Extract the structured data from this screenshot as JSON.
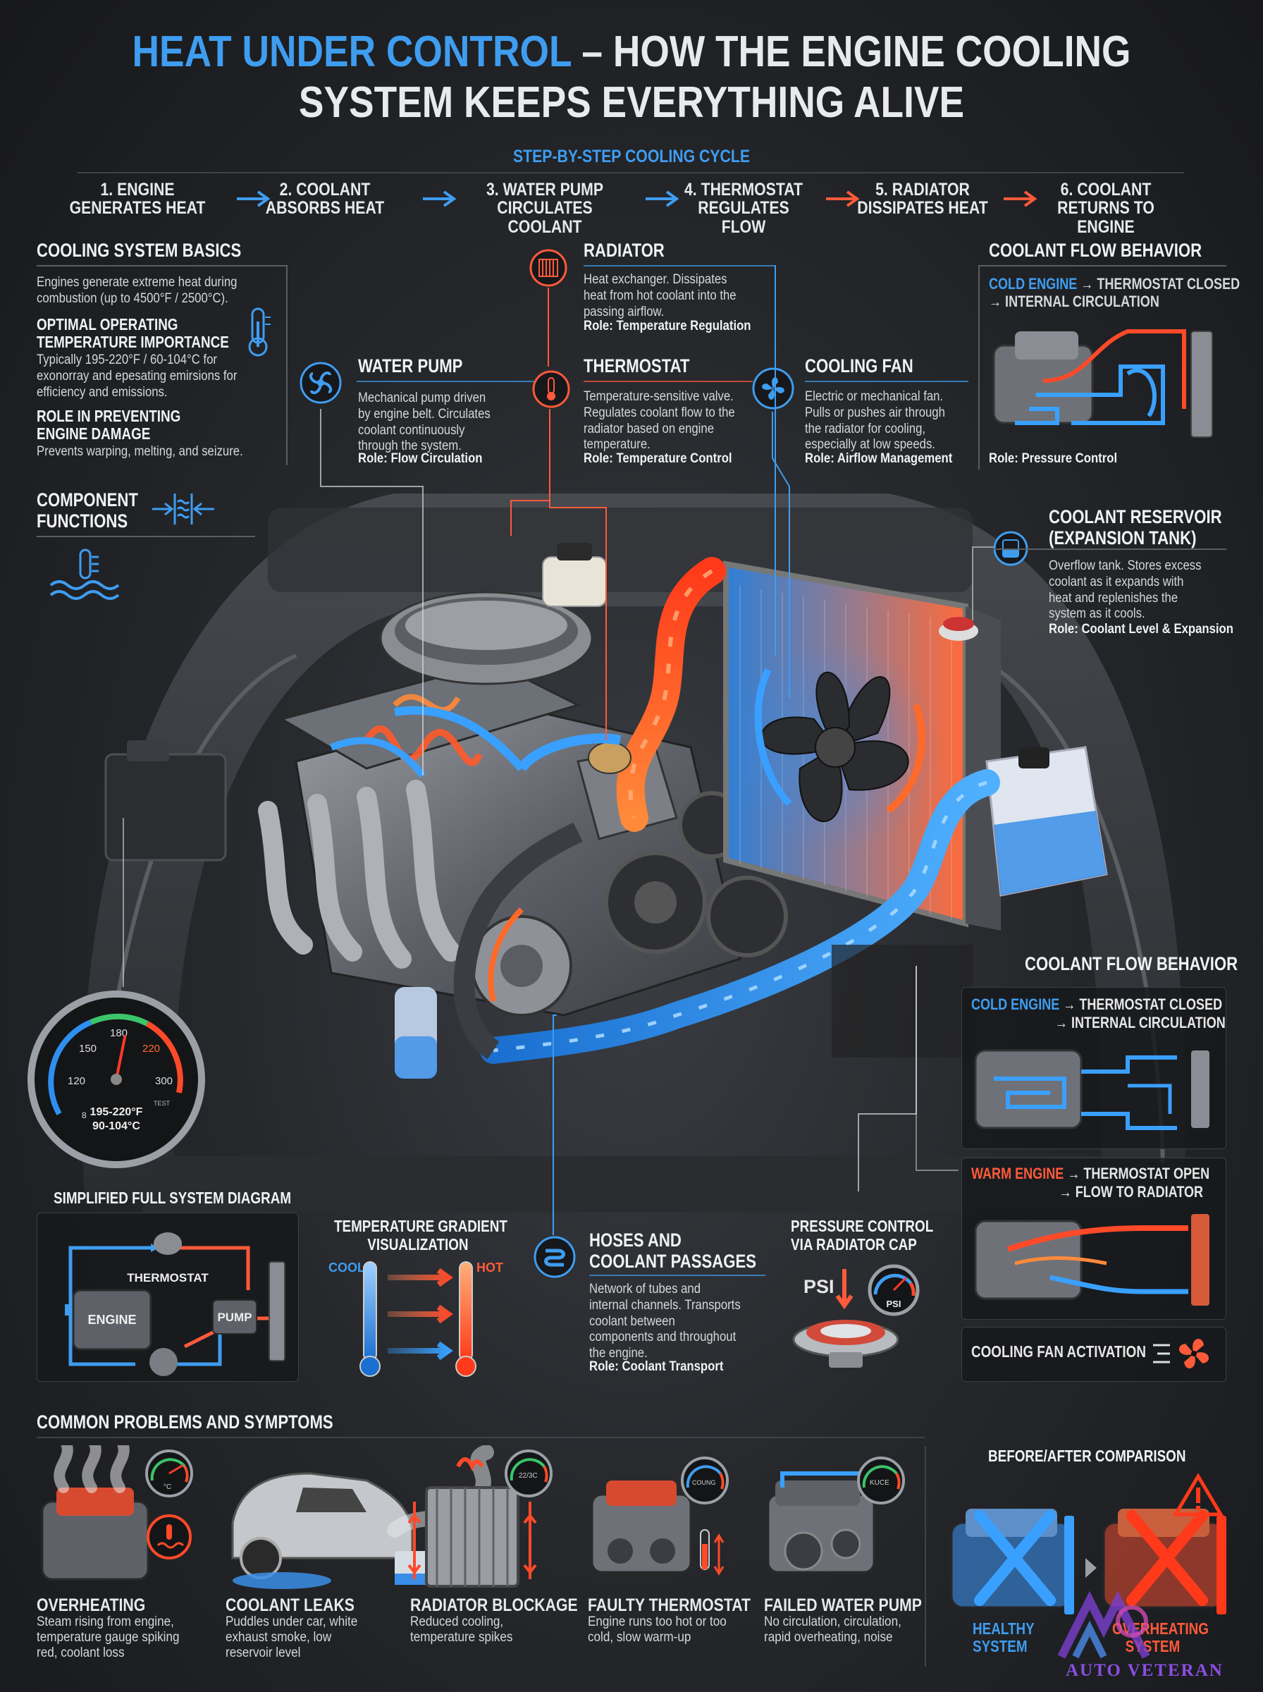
{
  "title": {
    "part1": "HEAT UNDER CONTROL",
    "dash": " – ",
    "part2": "HOW THE ENGINE COOLING",
    "line2": "SYSTEM KEEPS EVERYTHING ALIVE"
  },
  "cycle": {
    "heading": "STEP-BY-STEP COOLING CYCLE",
    "steps": [
      {
        "l1": "1. ENGINE",
        "l2": "GENERATES HEAT"
      },
      {
        "l1": "2. COOLANT",
        "l2": "ABSORBS HEAT"
      },
      {
        "l1": "3. WATER PUMP",
        "l2": "CIRCULATES COOLANT"
      },
      {
        "l1": "4. THERMOSTAT",
        "l2": "REGULATES FLOW"
      },
      {
        "l1": "5. RADIATOR",
        "l2": "DISSIPATES HEAT"
      },
      {
        "l1": "6. COOLANT",
        "l2": "RETURNS TO ENGINE"
      }
    ]
  },
  "basics": {
    "heading": "COOLING SYSTEM BASICS",
    "text": "Engines generate extreme heat during combustion (up to 4500°F / 2500°C).",
    "optimal_h1": "OPTIMAL OPERATING",
    "optimal_h2": "TEMPERATURE IMPORTANCE",
    "optimal_text": "Typically 195-220°F / 60-104°C for exonorray and epesating emirsions for efficiency and emissions.",
    "role_h1": "ROLE IN PREVENTING",
    "role_h2": "ENGINE DAMAGE",
    "role_text": "Prevents warping, melting, and seizure."
  },
  "component_functions": {
    "l1": "COMPONENT",
    "l2": "FUNCTIONS"
  },
  "water_pump": {
    "heading": "WATER PUMP",
    "text": "Mechanical pump driven by engine belt. Circulates coolant continuously through the system.",
    "role": "Role: Flow Circulation"
  },
  "radiator": {
    "heading": "RADIATOR",
    "text": "Heat exchanger. Dissipates heat from hot coolant into the passing airflow.",
    "role": "Role: Temperature Regulation"
  },
  "thermostat": {
    "heading": "THERMOSTAT",
    "text": "Temperature-sensitive valve. Regulates coolant flow to the radiator based on engine temperature.",
    "role": "Role: Temperature Control"
  },
  "cooling_fan": {
    "heading": "COOLING FAN",
    "text": "Electric or mechanical fan. Pulls or pushes air through the radiator for cooling, especially at low speeds.",
    "role": "Role: Airflow Management"
  },
  "flow_top": {
    "heading": "COOLANT FLOW BEHAVIOR",
    "cold": "COLD ENGINE",
    "cold_rest": " → THERMOSTAT CLOSED",
    "cold_l2": "→ INTERNAL CIRCULATION",
    "role": "Role: Pressure Control"
  },
  "reservoir": {
    "h1": "COOLANT RESERVOIR",
    "h2": "(EXPANSION TANK)",
    "text": "Overflow tank. Stores excess coolant as it expands with heat and replenishes the system as it cools.",
    "role": "Role: Coolant Level & Expansion"
  },
  "gauge": {
    "t150": "150",
    "t180": "180",
    "t220": "220",
    "t120": "120",
    "t300": "300",
    "t8": "8",
    "unit": "TEST",
    "range1": "195-220°F",
    "range2": "90-104°C",
    "needle_value": 205,
    "min": 90,
    "max": 300
  },
  "flow_right": {
    "heading": "COOLANT FLOW BEHAVIOR",
    "cold": "COLD ENGINE",
    "cold_rest": " → THERMOSTAT CLOSED",
    "cold_l2": "→ INTERNAL CIRCULATION",
    "warm": "WARM ENGINE",
    "warm_rest": " → THERMOSTAT OPEN",
    "warm_l2": "→ FLOW TO RADIATOR",
    "fan": "COOLING FAN ACTIVATION"
  },
  "simplified": {
    "heading": "SIMPLIFIED FULL SYSTEM DIAGRAM",
    "engine": "ENGINE",
    "thermostat": "THERMOSTAT",
    "pump": "PUMP"
  },
  "gradient": {
    "h1": "TEMPERATURE GRADIENT",
    "h2": "VISUALIZATION",
    "cool": "COOL",
    "hot": "HOT"
  },
  "hoses": {
    "h1": "HOSES AND",
    "h2": "COOLANT PASSAGES",
    "text": "Network of tubes and internal channels. Transports coolant between components and throughout the engine.",
    "role": "Role: Coolant Transport"
  },
  "pressure": {
    "h1": "PRESSURE CONTROL",
    "h2": "VIA RADIATOR CAP",
    "psi": "PSI",
    "psi_small": "PSI"
  },
  "problems": {
    "heading": "COMMON PROBLEMS AND SYMPTOMS",
    "items": [
      {
        "title": "OVERHEATING",
        "text": "Steam rising from engine, temperature gauge spiking red, coolant loss",
        "gauge": "°C"
      },
      {
        "title": "COOLANT LEAKS",
        "text": "Puddles under car, white exhaust smoke, low reservoir level"
      },
      {
        "title": "RADIATOR BLOCKAGE",
        "text": "Reduced cooling, temperature spikes",
        "gauge": "22/3C"
      },
      {
        "title": "FAULTY THERMOSTAT",
        "text": "Engine runs too hot or too cold, slow warm-up",
        "gauge": "COUNG"
      },
      {
        "title": "FAILED WATER PUMP",
        "text": "No circulation, circulation, rapid overheating, noise",
        "gauge": "KUCE"
      }
    ]
  },
  "comparison": {
    "heading": "BEFORE/AFTER COMPARISON",
    "healthy1": "HEALTHY",
    "healthy2": "SYSTEM",
    "over1": "OVERHEATING",
    "over2": "SYSTEM"
  },
  "brand": {
    "name": "AUTO VETERAN"
  },
  "colors": {
    "blue": "#3f9df0",
    "red": "#ff5a3a",
    "bg": "#1b1d21"
  }
}
